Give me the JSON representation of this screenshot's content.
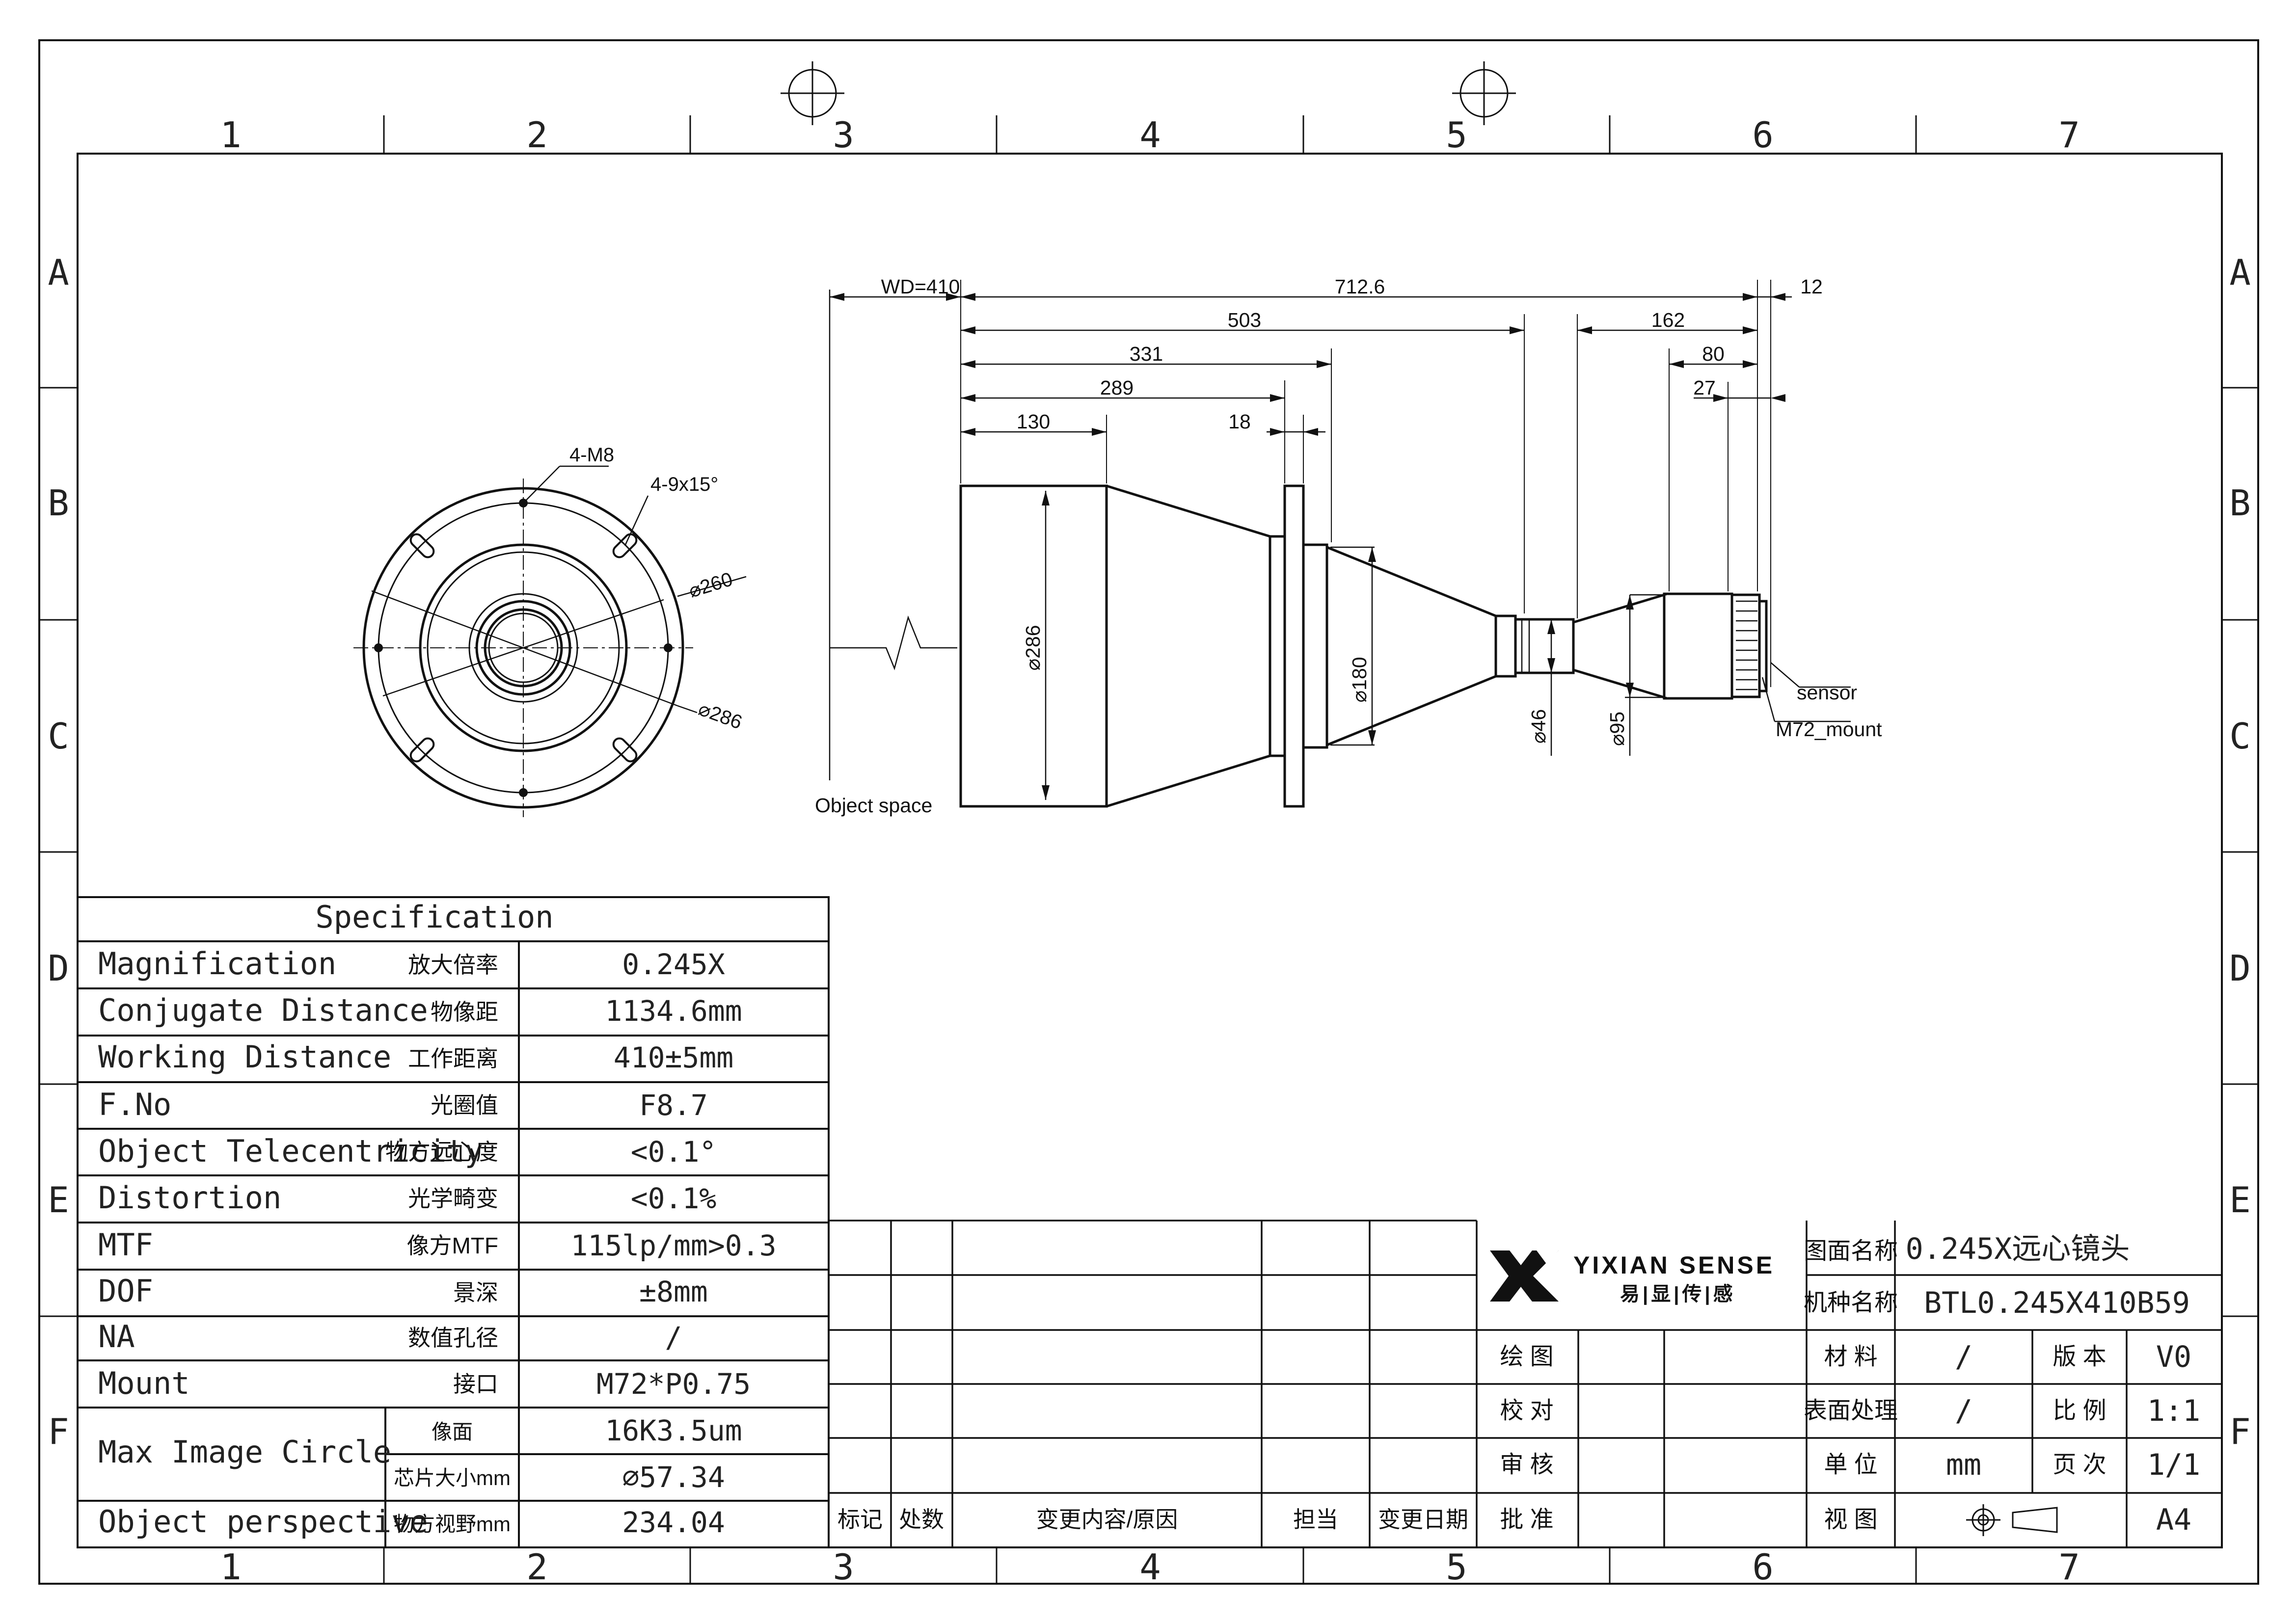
{
  "zone_cols": [
    "1",
    "2",
    "3",
    "4",
    "5",
    "6",
    "7"
  ],
  "zone_rows": [
    "A",
    "B",
    "C",
    "D",
    "E",
    "F"
  ],
  "front_view": {
    "holes_label": "4-M8",
    "slots_label": "4-9x15°",
    "inner_dia_label": "⌀260",
    "outer_dia_label": "⌀286"
  },
  "side_view": {
    "wd_label": "WD=410",
    "total_label": "712.6",
    "flange_gap_label": "12",
    "d503": "503",
    "d162": "162",
    "d331": "331",
    "d80": "80",
    "d289": "289",
    "d27": "27",
    "d130": "130",
    "d18": "18",
    "dia286": "⌀286",
    "dia180": "⌀180",
    "dia46": "⌀46",
    "dia95": "⌀95",
    "sensor_label": "sensor",
    "mount_label": "M72_mount",
    "object_space_label": "Object space"
  },
  "spec": {
    "title": "Specification",
    "rows": [
      {
        "en": "Magnification",
        "cn": "放大倍率",
        "value": "0.245X"
      },
      {
        "en": "Conjugate Distance",
        "cn": "物像距",
        "value": "1134.6mm"
      },
      {
        "en": "Working Distance",
        "cn": "工作距离",
        "value": "410±5mm"
      },
      {
        "en": "F.No",
        "cn": "光圈值",
        "value": "F8.7"
      },
      {
        "en": "Object Telecentricity",
        "cn": "物方远心度",
        "value": "<0.1°"
      },
      {
        "en": "Distortion",
        "cn": "光学畸变",
        "value": "<0.1%"
      },
      {
        "en": "MTF",
        "cn": "像方MTF",
        "value": "115lp/mm>0.3"
      },
      {
        "en": "DOF",
        "cn": "景深",
        "value": "±8mm"
      },
      {
        "en": "NA",
        "cn": "数值孔径",
        "value": "/"
      },
      {
        "en": "Mount",
        "cn": "接口",
        "value": "M72*P0.75"
      }
    ],
    "max_image_circle": {
      "en": "Max Image Circle",
      "sub1_cn": "像面",
      "sub1_value": "16K3.5um",
      "sub2_cn": "芯片大小mm",
      "sub2_value": "⌀57.34"
    },
    "object_perspective": {
      "en": "Object perspective",
      "cn": "物方视野mm",
      "value": "234.04"
    }
  },
  "revision": {
    "headers": [
      "标记",
      "处数",
      "变更内容/原因",
      "担当",
      "变更日期"
    ]
  },
  "title_block": {
    "brand": "YIXIAN SENSE",
    "brand_cn": "易|显|传|感",
    "brand_color": "#111111",
    "sign_labels": [
      "绘 图",
      "校 对",
      "审 核",
      "批 准"
    ],
    "drawing_name_label": "图面名称",
    "drawing_name": "0.245X远心镜头",
    "model_label": "机种名称",
    "model": "BTL0.245X410B59",
    "material_label": "材 料",
    "material": "/",
    "version_label": "版 本",
    "version": "V0",
    "surface_label": "表面处理",
    "surface": "/",
    "scale_label": "比 例",
    "scale": "1:1",
    "unit_label": "单 位",
    "unit": "mm",
    "page_label": "页 次",
    "page": "1/1",
    "view_label": "视 图",
    "size": "A4"
  }
}
